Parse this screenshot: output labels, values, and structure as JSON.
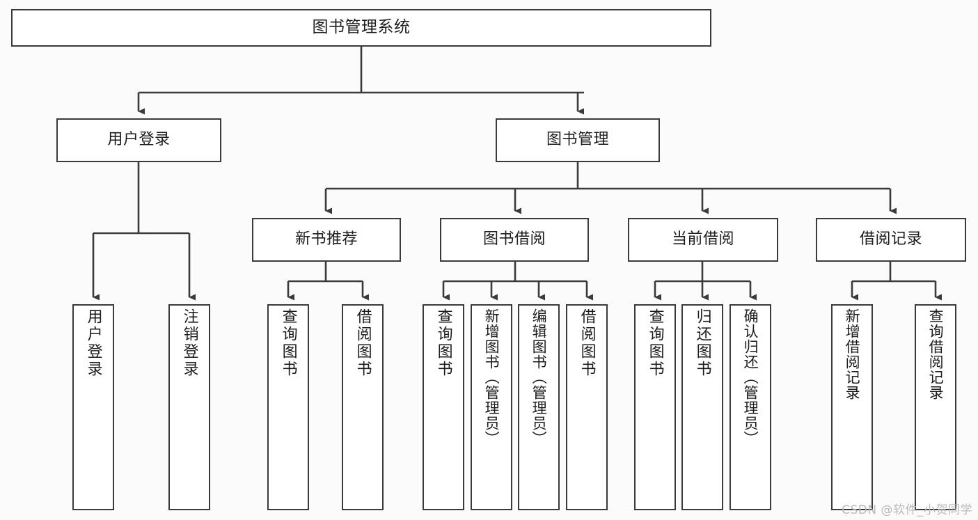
{
  "diagram": {
    "title": "图书管理系统",
    "type": "tree-hierarchy-chart",
    "orientation": "top-down",
    "colors": {
      "background": "#fbfbfb",
      "node_fill": "#ffffff",
      "node_border": "#3a3a3a",
      "edge": "#3a3a3a",
      "text": "#1c1c1c",
      "watermark": "#b9b9b9"
    },
    "root": {
      "label": "图书管理系统"
    },
    "level2": [
      {
        "id": "user-login",
        "label": "用户登录"
      },
      {
        "id": "book-management",
        "label": "图书管理"
      }
    ],
    "level3": [
      {
        "id": "new-book-recommend",
        "label": "新书推荐"
      },
      {
        "id": "book-borrow",
        "label": "图书借阅"
      },
      {
        "id": "current-borrow",
        "label": "当前借阅"
      },
      {
        "id": "borrow-record",
        "label": "借阅记录"
      }
    ],
    "leaves": {
      "user_login": [
        {
          "id": "leaf-user-login",
          "label": "用户登录"
        },
        {
          "id": "leaf-logout-login",
          "label": "注销登录"
        }
      ],
      "new_book_recommend": [
        {
          "id": "leaf-query-book-1",
          "label": "查询图书"
        },
        {
          "id": "leaf-borrow-book-1",
          "label": "借阅图书"
        }
      ],
      "book_borrow": [
        {
          "id": "leaf-query-book-2",
          "label": "查询图书"
        },
        {
          "id": "leaf-add-book",
          "label": "新增图书（管理员）"
        },
        {
          "id": "leaf-edit-book",
          "label": "编辑图书（管理员）"
        },
        {
          "id": "leaf-borrow-book-2",
          "label": "借阅图书"
        }
      ],
      "current_borrow": [
        {
          "id": "leaf-query-book-3",
          "label": "查询图书"
        },
        {
          "id": "leaf-return-book",
          "label": "归还图书"
        },
        {
          "id": "leaf-confirm-return",
          "label": "确认归还（管理员）"
        }
      ],
      "borrow_record": [
        {
          "id": "leaf-add-borrow-record",
          "label": "新增借阅记录"
        },
        {
          "id": "leaf-query-borrow-record",
          "label": "查询借阅记录"
        }
      ]
    }
  },
  "watermark": {
    "text": "CSDN @软件_小贺同学"
  }
}
